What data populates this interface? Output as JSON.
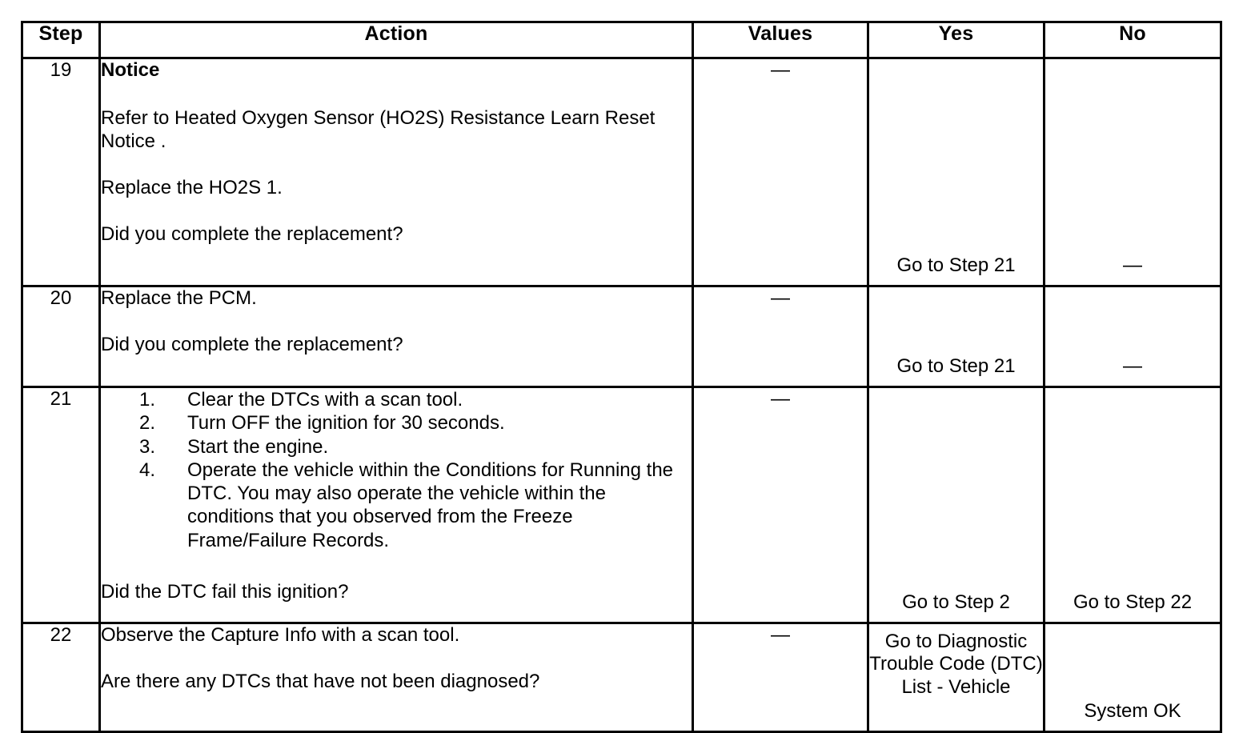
{
  "table": {
    "headers": {
      "step": "Step",
      "action": "Action",
      "values": "Values",
      "yes": "Yes",
      "no": "No"
    },
    "dash": "—",
    "rows": [
      {
        "step": "19",
        "notice_heading": "Notice",
        "notice_body": "Refer to Heated Oxygen Sensor (HO2S) Resistance Learn Reset Notice .",
        "instruction": "Replace the HO2S 1.",
        "question": "Did you complete the replacement?",
        "values": "—",
        "yes": "Go to Step 21",
        "no": "—"
      },
      {
        "step": "20",
        "instruction": "Replace the PCM.",
        "question": "Did you complete the replacement?",
        "values": "—",
        "yes": "Go to Step 21",
        "no": "—"
      },
      {
        "step": "21",
        "list": [
          {
            "num": "1.",
            "text": "Clear the DTCs with a scan tool."
          },
          {
            "num": "2.",
            "text": "Turn OFF the ignition for 30 seconds."
          },
          {
            "num": "3.",
            "text": "Start the engine."
          },
          {
            "num": "4.",
            "text": "Operate the vehicle within the Conditions for Running the DTC. You may also operate the vehicle within the conditions that you observed from the Freeze Frame/Failure Records."
          }
        ],
        "question": "Did the DTC fail this ignition?",
        "values": "—",
        "yes": "Go to Step 2",
        "no": "Go to Step 22"
      },
      {
        "step": "22",
        "instruction": "Observe the Capture Info with a scan tool.",
        "question": "Are there any DTCs that have not been diagnosed?",
        "values": "—",
        "yes": "Go to Diagnostic Trouble Code (DTC) List - Vehicle",
        "no": "System OK"
      }
    ]
  }
}
